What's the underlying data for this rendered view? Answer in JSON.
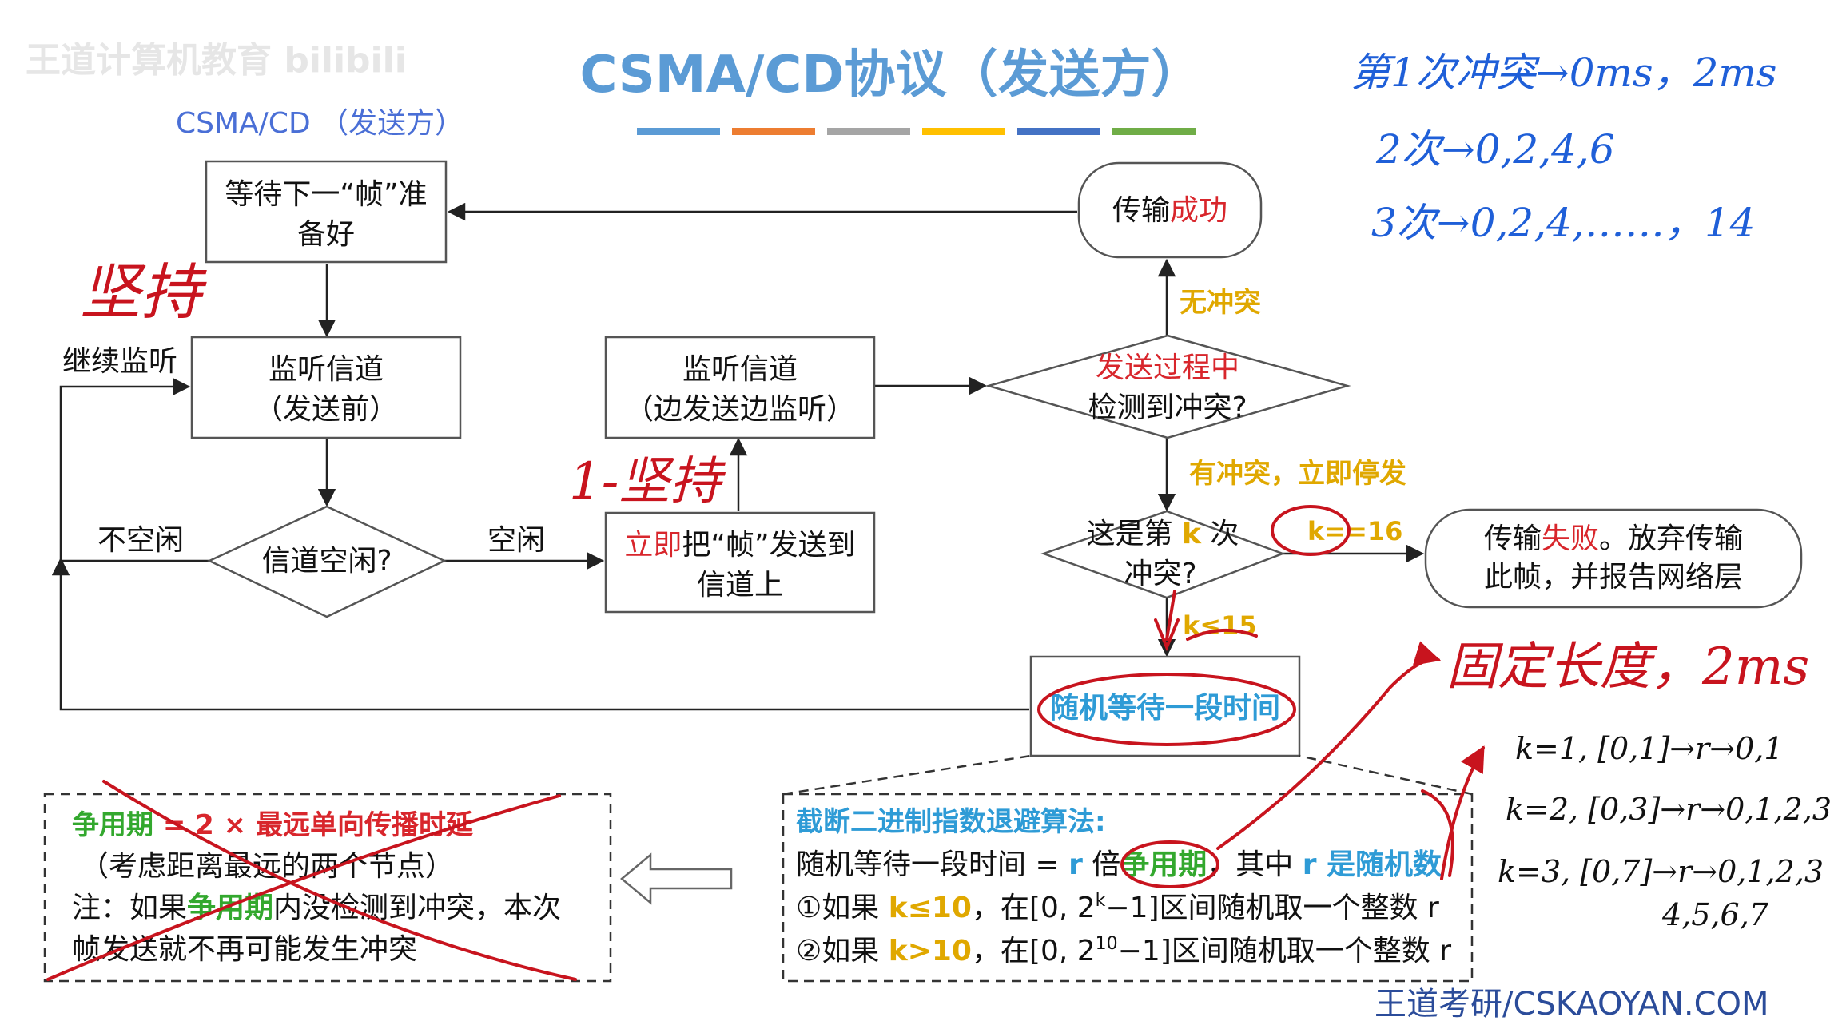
{
  "title": "CSMA/CD协议（发送方）",
  "subtitle": "CSMA/CD （发送方）",
  "watermark": "王道计算机教育 bilibili",
  "footer": "王道考研/CSKAOYAN.COM",
  "colors": {
    "title": "#5b9bd5",
    "subtitle": "#4a6fd6",
    "red": "#d8262c",
    "yellow": "#e0a800",
    "blue": "#2e9bd6",
    "green": "#33a82e",
    "ink": "#c8141e",
    "pen": "#1f5fd8",
    "title_bar": [
      "#5b9bd5",
      "#ed7d31",
      "#a5a5a5",
      "#ffc000",
      "#4472c4",
      "#70ad47"
    ]
  },
  "nodes": {
    "wait": {
      "line1": "等待下一“帧”准",
      "line2": "备好"
    },
    "listen_before": {
      "line1": "监听信道",
      "line2": "（发送前）"
    },
    "channel_idle": {
      "label": "信道空闲?"
    },
    "send_now": {
      "red": "立即",
      "rest": "把“帧”发送到",
      "line2": "信道上"
    },
    "listen_during": {
      "line1": "监听信道",
      "line2": "（边发送边监听）"
    },
    "detect": {
      "line1": "发送过程中",
      "line2": "检测到冲突?"
    },
    "success": {
      "plain": "传输",
      "red": "成功"
    },
    "kth": {
      "pre": "这是第 ",
      "k": "k",
      "post": " 次",
      "line2": "冲突?"
    },
    "fail": {
      "plain": "传输",
      "red": "失败",
      "rest": "。放弃传输",
      "line2": "此帧，并报告网络层"
    },
    "wait_random": {
      "label": "随机等待一段时间"
    }
  },
  "edges": {
    "continue_listen": "继续监听",
    "not_idle": "不空闲",
    "idle": "空闲",
    "no_collision": "无冲突",
    "collision_a": "有冲突，",
    "collision_b": "立即停发",
    "k16": "k==16",
    "k15": "k≤15"
  },
  "contention_box": {
    "line1_green": "争用期",
    "line1_red": " = 2 × 最远单向传播时延",
    "line2": "（考虑距离最远的两个节点）",
    "line3_pre": "注：如果",
    "line3_green": "争用期",
    "line3_post": "内没检测到冲突，本次",
    "line4": "帧发送就不再可能发生冲突"
  },
  "algo_box": {
    "title": "截断二进制指数退避算法:",
    "l2_pre": "随机等待一段时间 = ",
    "l2_r": "r",
    "l2_mid": " 倍",
    "l2_green": "争用期",
    "l2_mid2": "，其中 ",
    "l2_r2": "r 是随机数",
    "l3_pre": "①如果 ",
    "l3_cond": "k≤10",
    "l3_mid": "，在[0, 2",
    "l3_sup": "k",
    "l3_post": "−1]区间随机取一个整数 r",
    "l4_pre": "②如果 ",
    "l4_cond": "k>10",
    "l4_mid": "，在[0, 2",
    "l4_sup": "10",
    "l4_post": "−1]区间随机取一个整数 r"
  },
  "annotations": {
    "persist": "坚持",
    "one_persist": "1-坚持",
    "fixed_length": "固定长度，2ms",
    "note1": "第1次冲突→0ms，2ms",
    "note2": "2次→0,2,4,6",
    "note3": "3次→0,2,4,……，14",
    "k1": "k=1, [0,1]→r→0,1",
    "k2": "k=2, [0,3]→r→0,1,2,3",
    "k3": "k=3, [0,7]→r→0,1,2,3",
    "k3b": "4,5,6,7"
  }
}
